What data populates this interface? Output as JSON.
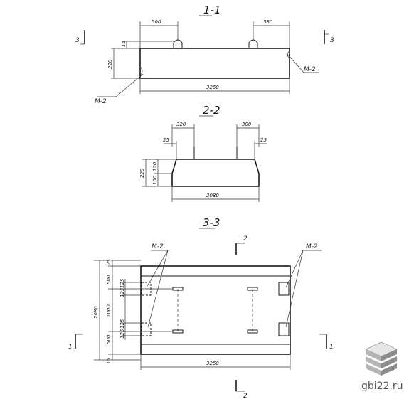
{
  "section_1": {
    "title": "1-1",
    "dim_left_top": "500",
    "dim_right_top": "580",
    "dim_hook": "15",
    "dim_height": "220",
    "dim_length": "3260",
    "label_left": "M-2",
    "label_right": "M-2",
    "cut_mark_left": "3",
    "cut_mark_right": "3"
  },
  "section_2": {
    "title": "2-2",
    "dim_left_top": "320",
    "dim_right_top": "300",
    "dim_left_edge": "25",
    "dim_right_edge": "25",
    "dim_height": "220",
    "dim_upper": "120",
    "dim_lower": "100",
    "dim_width": "2080"
  },
  "section_3": {
    "title": "3-3",
    "label_left": "M-2",
    "label_right": "M-2",
    "cut_top": "2",
    "cut_bottom": "2",
    "cut_left": "1",
    "cut_right": "1",
    "dim_total": "2080",
    "dim_25": "25",
    "dim_500_top": "500",
    "dim_1000": "1000",
    "dim_500_bottom": "500",
    "dim_15": "15",
    "dim_125_a": "125",
    "dim_125_b": "125",
    "dim_125_c": "125",
    "dim_125_d": "125",
    "dim_length": "3260"
  },
  "watermark": "gbi22.ru",
  "logo_icon": "stacked-slabs-icon"
}
